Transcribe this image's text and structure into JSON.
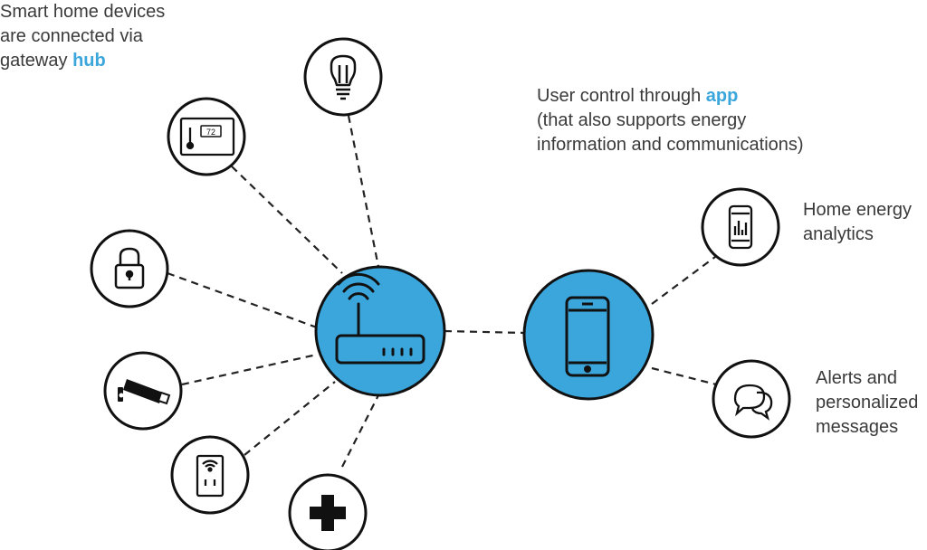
{
  "hub_caption": {
    "line1": "Smart home devices",
    "line2": "are connected via",
    "line3_text": "gateway ",
    "line3_highlight": "hub"
  },
  "app_caption": {
    "line1_text": "User control through ",
    "line1_highlight": "app",
    "line2": "(that also supports energy",
    "line3": "information and communications)"
  },
  "features": {
    "analytics": {
      "line1": "Home energy",
      "line2": "analytics"
    },
    "alerts": {
      "line1": "Alerts and",
      "line2": "personalized",
      "line3": "messages"
    }
  },
  "thermostat_display": "72",
  "icons": {
    "hub": "router-icon",
    "app": "smartphone-icon",
    "devices": [
      "light-bulb-icon",
      "thermostat-icon",
      "lock-icon",
      "security-camera-icon",
      "smart-plug-icon",
      "medical-cross-icon"
    ],
    "features": [
      "analytics-phone-icon",
      "chat-bubbles-icon"
    ]
  },
  "colors": {
    "accent": "#3aa6dc",
    "node_fill": "#3aa6dc",
    "outline": "#1a1a1a",
    "text": "#3a3a3a"
  }
}
